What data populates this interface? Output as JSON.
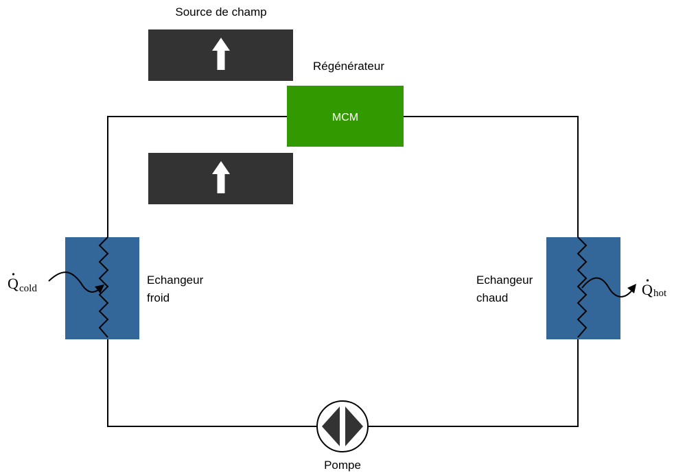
{
  "labels": {
    "field_source": "Source de champ",
    "regenerator": "Régénérateur",
    "mcm": "MCM",
    "cold_exchanger_line1": "Echangeur",
    "cold_exchanger_line2": "froid",
    "hot_exchanger_line1": "Echangeur",
    "hot_exchanger_line2": "chaud",
    "pump": "Pompe"
  },
  "heat_flows": {
    "cold": {
      "symbol": "Q",
      "subscript": "cold"
    },
    "hot": {
      "symbol": "Q",
      "subscript": "hot"
    }
  },
  "colors": {
    "magnet": "#333333",
    "mcm": "#339900",
    "exchanger": "#336699",
    "line": "#000000",
    "pump_fill": "#333333"
  }
}
